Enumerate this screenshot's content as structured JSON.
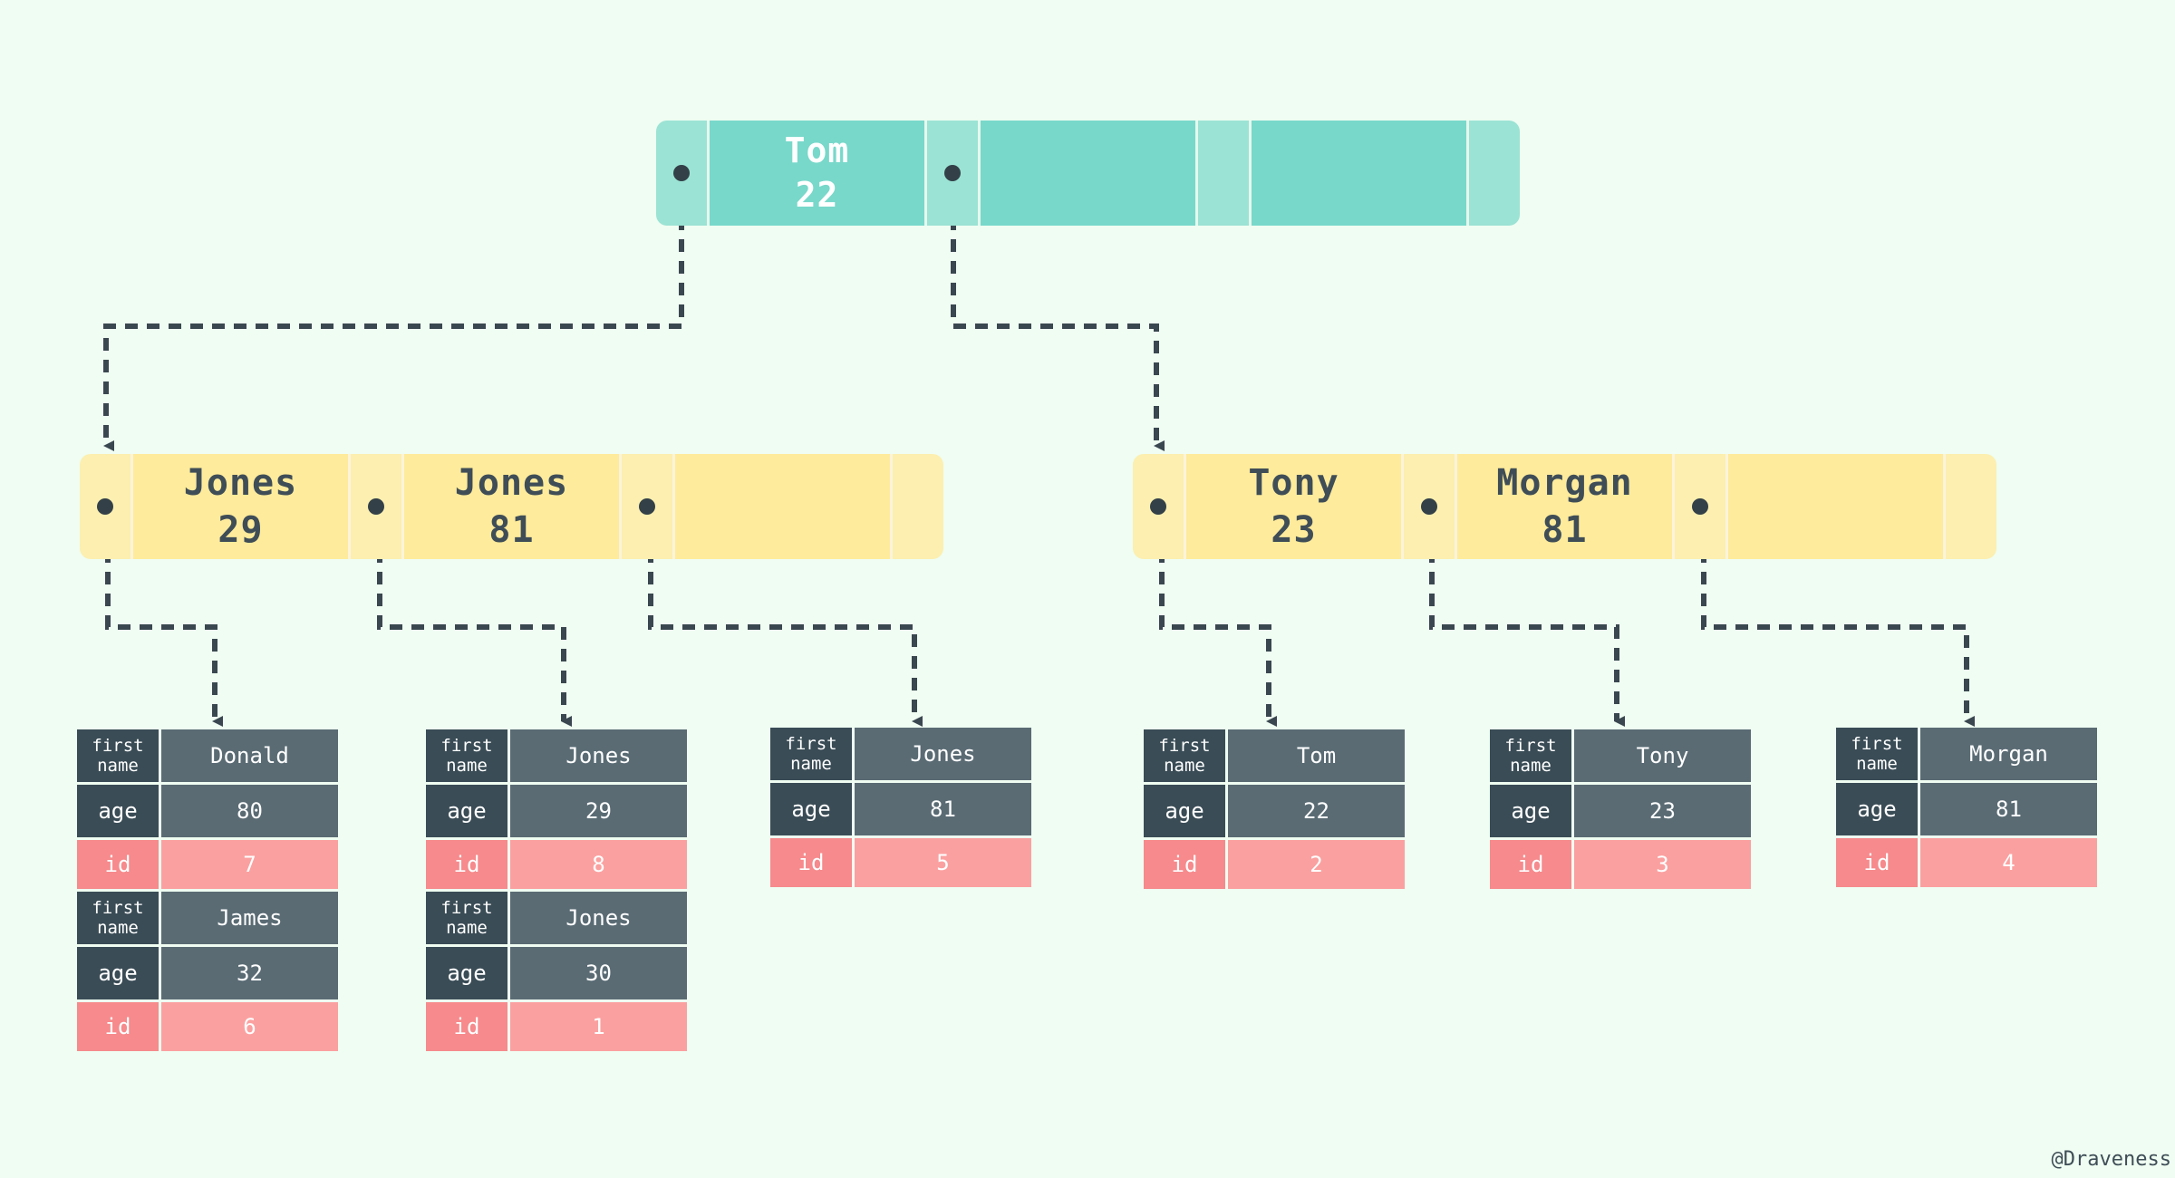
{
  "root_node": {
    "keys": [
      {
        "name": "Tom",
        "value": "22"
      }
    ]
  },
  "inner_nodes": [
    {
      "keys": [
        {
          "name": "Jones",
          "value": "29"
        },
        {
          "name": "Jones",
          "value": "81"
        }
      ]
    },
    {
      "keys": [
        {
          "name": "Tony",
          "value": "23"
        },
        {
          "name": "Morgan",
          "value": "81"
        }
      ]
    }
  ],
  "leaf_labels": {
    "first_name": [
      "first",
      "name"
    ],
    "age": "age",
    "id": "id"
  },
  "leaves": [
    {
      "records": [
        {
          "first_name": "Donald",
          "age": "80",
          "id": "7"
        },
        {
          "first_name": "James",
          "age": "32",
          "id": "6"
        }
      ]
    },
    {
      "records": [
        {
          "first_name": "Jones",
          "age": "29",
          "id": "8"
        },
        {
          "first_name": "Jones",
          "age": "30",
          "id": "1"
        }
      ]
    },
    {
      "records": [
        {
          "first_name": "Jones",
          "age": "81",
          "id": "5"
        }
      ]
    },
    {
      "records": [
        {
          "first_name": "Tom",
          "age": "22",
          "id": "2"
        }
      ]
    },
    {
      "records": [
        {
          "first_name": "Tony",
          "age": "23",
          "id": "3"
        }
      ]
    },
    {
      "records": [
        {
          "first_name": "Morgan",
          "age": "81",
          "id": "4"
        }
      ]
    }
  ],
  "credit": "@Draveness",
  "colors": {
    "background": "#effdf2",
    "root_key": "#78d8ca",
    "inner_key": "#feeb9b",
    "row_dark": "#3a4c56",
    "row_value": "#5a6b74",
    "id_row": "#fba0a0",
    "pointer": "#3a4750"
  }
}
